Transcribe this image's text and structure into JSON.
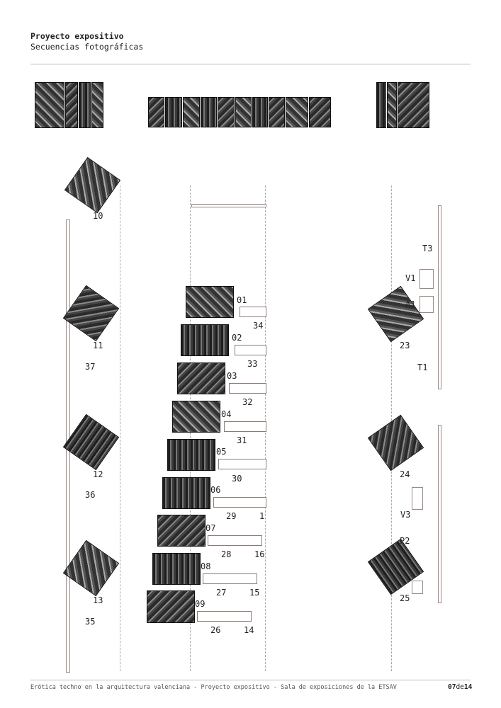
{
  "header": {
    "title": "Proyecto expositivo",
    "subtitle": "Secuencias fotográficas"
  },
  "left_labels": [
    "10",
    "11",
    "37",
    "12",
    "36",
    "13",
    "35"
  ],
  "photo_labels": [
    "01",
    "02",
    "03",
    "04",
    "05",
    "06",
    "07",
    "08",
    "09"
  ],
  "bench_left_labels": [
    "34",
    "33",
    "32",
    "31",
    "30",
    "29",
    "28",
    "27",
    "26"
  ],
  "bench_right_labels": [
    "1",
    "16",
    "15",
    "14"
  ],
  "right_labels": [
    "T3",
    "V1",
    "A1",
    "23",
    "T1",
    "24",
    "V3",
    "P2",
    "25"
  ],
  "footer": {
    "text": "Erótica techno en la arquitectura valenciana - Proyecto expositivo - Sala de exposiciones de la ETSAV",
    "page_current": "07",
    "page_sep": "de",
    "page_total": "14"
  }
}
